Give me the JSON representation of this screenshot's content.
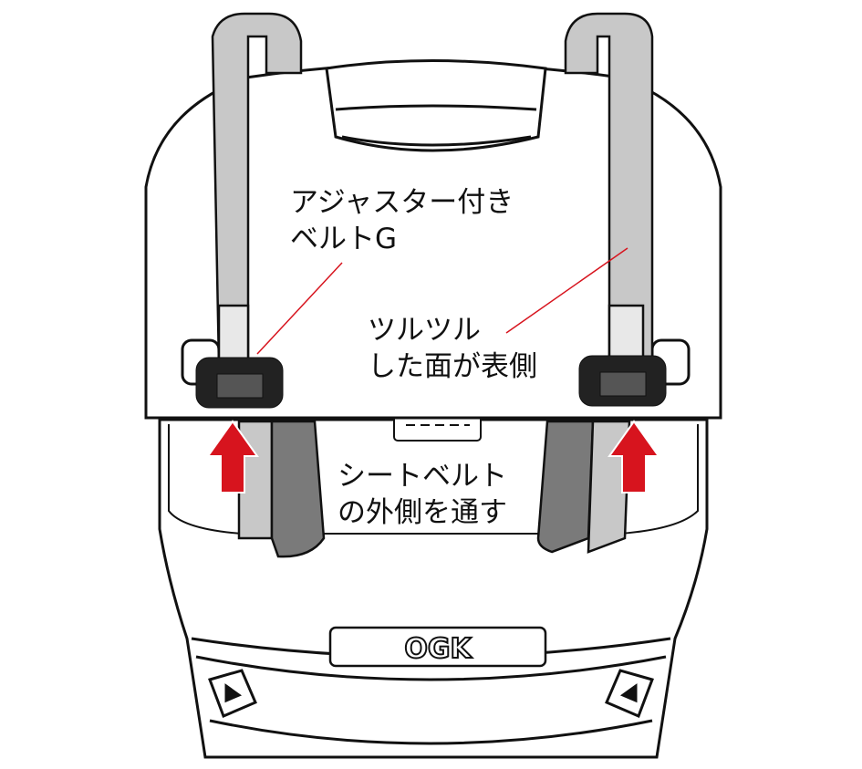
{
  "labels": {
    "adjuster_line1": "アジャスター付き",
    "adjuster_line2": "ベルトG",
    "smooth_line1": "ツルツル",
    "smooth_line2": "した面が表側",
    "seatbelt_line1": "シートベルト",
    "seatbelt_line2": "の外側を通す"
  },
  "logo": "OGK",
  "colors": {
    "arrow": "#d7141e",
    "leader": "#d7141e",
    "strap": "#c8c8c8",
    "strap_dark": "#7a7a7a"
  }
}
